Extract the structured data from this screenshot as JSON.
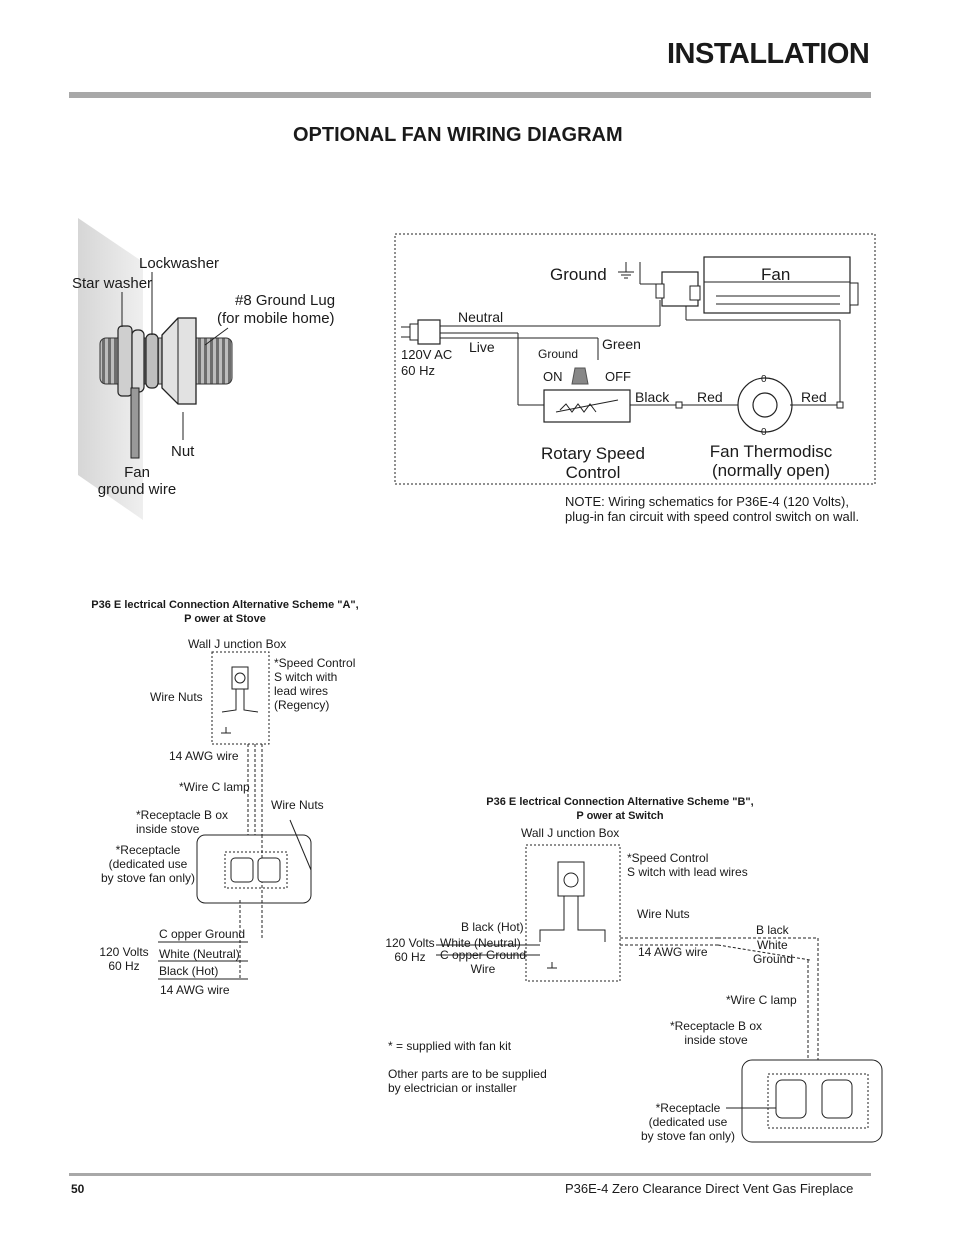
{
  "header": {
    "title": "INSTALLATION"
  },
  "section_title": "OPTIONAL FAN WIRING DIAGRAM",
  "ground_lug_figure": {
    "lockwasher": "Lockwasher",
    "star_washer": "Star washer",
    "ground_lug_line1": "#8 Ground Lug",
    "ground_lug_line2": "(for mobile home)",
    "nut": "Nut",
    "fan_ground_line1": "Fan",
    "fan_ground_line2": "ground wire"
  },
  "schematic": {
    "ground": "Ground",
    "fan": "Fan",
    "neutral": "Neutral",
    "live": "Live",
    "ac_line1": "120V AC",
    "ac_line2": "60 Hz",
    "ground_small": "Ground",
    "green": "Green",
    "on": "ON",
    "off": "OFF",
    "black": "Black",
    "red1": "Red",
    "red2": "Red",
    "thermo_0_top": "0",
    "thermo_0_bottom": "0",
    "rotary_line1": "Rotary Speed",
    "rotary_line2": "Control",
    "thermodisc_line1": "Fan Thermodisc",
    "thermodisc_line2": "(normally open)",
    "note_line1": "NOTE: Wiring schematics for P36E-4 (120 Volts),",
    "note_line2": "plug-in fan circuit with speed control switch on wall."
  },
  "scheme_a": {
    "title_line1": "P36 E lectrical Connection Alternative Scheme \"A\",",
    "title_line2": "P ower at Stove",
    "wall_box": "Wall J unction Box",
    "speed_line1": "*Speed Control",
    "speed_line2": "S witch with",
    "speed_line3": "lead wires",
    "speed_line4": "(Regency)",
    "wire_nuts_top": "Wire Nuts",
    "awg_top": "14 AWG wire",
    "wire_clamp": "*Wire C lamp",
    "rec_box_line1": "*Receptacle B ox",
    "rec_box_line2": "inside stove",
    "wire_nuts_right": "Wire Nuts",
    "receptacle_line1": "*Receptacle",
    "receptacle_line2": "(dedicated use",
    "receptacle_line3": "by stove fan only)",
    "copper": "C opper Ground",
    "volts_line1": "120 Volts",
    "volts_line2": "60 Hz",
    "white": "White (Neutral)",
    "black": "Black (Hot)",
    "awg_bottom": "14 AWG wire"
  },
  "scheme_b": {
    "title_line1": "P36 E lectrical Connection Alternative Scheme \"B\",",
    "title_line2": "P ower at Switch",
    "wall_box": "Wall J unction Box",
    "speed_line1": "*Speed Control",
    "speed_line2": "S witch  with lead wires",
    "black_hot": "B lack (Hot)",
    "wire_nuts": "Wire Nuts",
    "volts_line1": "120 Volts",
    "volts_line2": "60 Hz",
    "white_neutral": "White (Neutral)",
    "copper_line1": "C opper Ground",
    "copper_line2": "Wire",
    "awg": "14 AWG wire",
    "right_black": "B lack",
    "right_white": "White",
    "right_ground": "Ground",
    "wire_clamp": "*Wire C lamp",
    "rec_box_line1": "*Receptacle B ox",
    "rec_box_line2": "inside stove",
    "receptacle_line1": "*Receptacle",
    "receptacle_line2": "(dedicated use",
    "receptacle_line3": "by stove fan only)",
    "supplied_note": "* = supplied with fan kit",
    "other_line1": "Other parts are to be supplied",
    "other_line2": "by electrician or installer"
  },
  "footer": {
    "page_number": "50",
    "product": "P36E-4 Zero Clearance Direct Vent Gas Fireplace"
  }
}
